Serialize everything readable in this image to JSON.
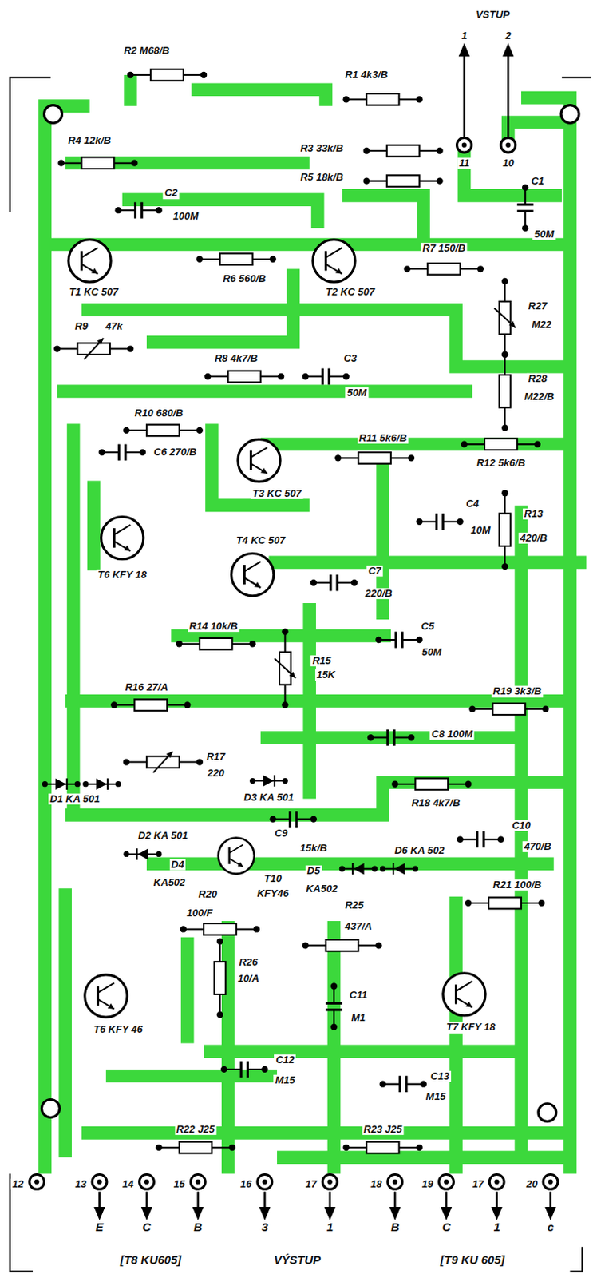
{
  "diagram": {
    "labels": [
      "VSTUP",
      "1",
      "2",
      "R2 M68/B",
      "R1 4k3/B",
      "R4 12k/B",
      "R3 33k/B",
      "11",
      "10",
      "R5 18k/B",
      "C2",
      "100M",
      "C1",
      "50M",
      "R6 560/B",
      "R7 150/B",
      "T1 KC 507",
      "T2 KC 507",
      "R9",
      "47k",
      "R27",
      "M22",
      "R8 4k7/B",
      "C3",
      "50M",
      "R28",
      "M22/B",
      "R10 680/B",
      "R11 5k6/B",
      "C6 270/B",
      "R12 5k6/B",
      "T3 KC 507",
      "C4",
      "R13",
      "10M",
      "420/B",
      "T4 KC 507",
      "C7",
      "T6 KFY 18",
      "220/B",
      "R14 10k/B",
      "C5",
      "50M",
      "R15",
      "15K",
      "R16 27/A",
      "R19 3k3/B",
      "C8 100M",
      "R17",
      "220",
      "D1 KA 501",
      "D3 KA 501",
      "R18 4k7/B",
      "C10",
      "D2 KA 501",
      "C9",
      "470/B",
      "15k/B",
      "D6 KA 502",
      "D4",
      "T10",
      "D5",
      "KA502",
      "R21 100/B",
      "KFY46",
      "KA502",
      "R20",
      "R25",
      "100/F",
      "437/A",
      "R26",
      "10/A",
      "C11",
      "M1",
      "T6 KFY 46",
      "T7 KFY 18",
      "C12",
      "C13",
      "M15",
      "M15",
      "R22 J25",
      "R23 J25",
      "12",
      "13",
      "14",
      "15",
      "16",
      "17",
      "18",
      "19",
      "17",
      "20",
      "E",
      "C",
      "B",
      "3",
      "1",
      "B",
      "C",
      "1",
      "c",
      "[T8 KU605]",
      "VÝSTUP",
      "[T9 KU 605]"
    ]
  }
}
